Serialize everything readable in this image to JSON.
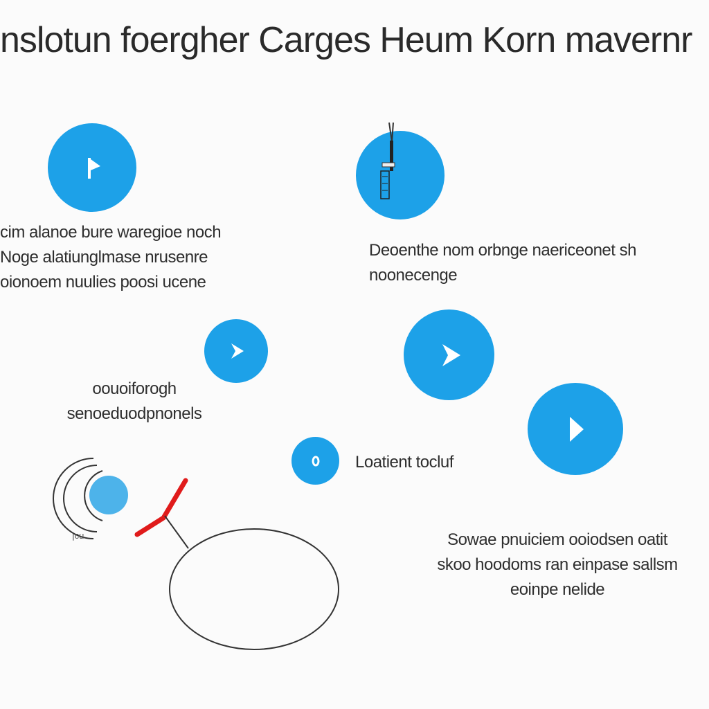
{
  "title": "nslotun foergher Carges Heum Korn mavernr",
  "accent_color": "#1da1e8",
  "nodes": [
    {
      "icon": "flag-icon",
      "lines": [
        "cim alanoe bure waregioe noch",
        "Noge alatiunglmase nrusenre",
        "oionoem nuulies poosi ucene"
      ]
    },
    {
      "icon": "probe-icon",
      "lines": [
        "Deoenthe nom orbnge naericeonet sh",
        "noonecenge"
      ]
    },
    {
      "icon": "play-icon",
      "lines": [
        "oouoiforogh",
        "senoeduodpnonels"
      ]
    },
    {
      "icon": "play-icon",
      "lines": []
    },
    {
      "icon": "play-icon",
      "lines": []
    },
    {
      "icon": "dot-icon",
      "lines": [
        "Loatient tocluf"
      ]
    }
  ],
  "footer_note": [
    "Sowae pnuiciem ooiodsen oatit",
    "skoo hoodoms ran einpase sallsm",
    "eoinpe nelide"
  ],
  "signal_caption": "ꞁcu"
}
